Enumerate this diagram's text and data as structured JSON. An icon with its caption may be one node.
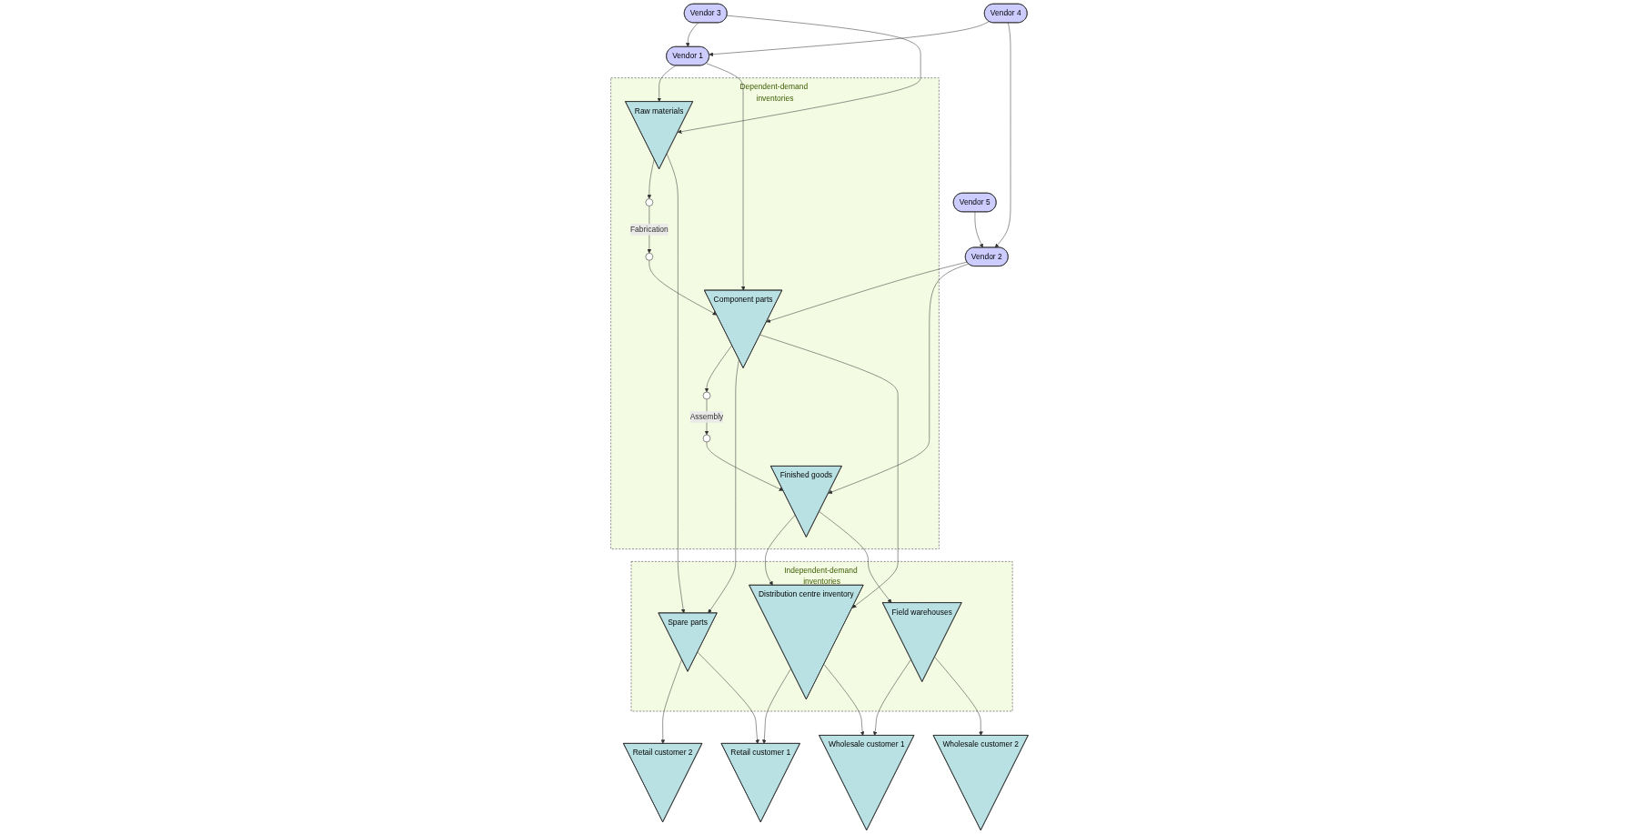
{
  "diagram": {
    "nodes": [
      {
        "text": [
          "Vendor 3"
        ]
      },
      {
        "text": [
          "Vendor 4"
        ]
      },
      {
        "text": [
          "Vendor 5"
        ]
      },
      {
        "text": [
          "Vendor 1"
        ]
      },
      {
        "text": [
          "Vendor 2"
        ]
      },
      {
        "text": [
          "Dependent-demand inventories"
        ]
      },
      {
        "text": [
          "Raw materials"
        ],
        "in": 5
      },
      {
        "text": [
          "Component parts"
        ],
        "in": 5
      },
      {
        "text": [
          "Finished goods"
        ],
        "in": 5
      },
      {
        "text": [],
        "shape": "circle",
        "in": 5
      },
      {
        "text": [],
        "shape": "circle",
        "in": 5
      },
      {
        "text": [],
        "shape": "circle",
        "in": 5
      },
      {
        "text": [],
        "shape": "circle",
        "in": 5
      },
      {
        "text": [
          "Independent-demand inventories"
        ]
      },
      {
        "text": [
          "Spare parts"
        ],
        "in": 13
      },
      {
        "text": [
          "Distribution centre inventory"
        ],
        "in": 13
      },
      {
        "text": [
          "Field warehouses"
        ],
        "in": 13
      },
      {
        "text": [
          "Retail customer 2"
        ]
      },
      {
        "text": [
          "Retail customer 1"
        ]
      },
      {
        "text": [
          "Wholesale customer 1"
        ]
      },
      {
        "text": [
          "Wholesale customer 2"
        ]
      }
    ],
    "edges": [
      {
        "from": 0,
        "to": 3,
        "arrow": "to"
      },
      {
        "from": 1,
        "to": 3,
        "arrow": "to"
      },
      {
        "from": 1,
        "to": 4,
        "arrow": "to"
      },
      {
        "from": 2,
        "to": 4,
        "arrow": "to"
      },
      {
        "from": 0,
        "to": 6,
        "arrow": "to"
      },
      {
        "from": 3,
        "to": 6,
        "arrow": "to"
      },
      {
        "from": 3,
        "to": 7,
        "arrow": "to"
      },
      {
        "from": 4,
        "to": 7,
        "arrow": "to"
      },
      {
        "from": 4,
        "to": 8,
        "arrow": "to"
      },
      {
        "from": 6,
        "to": 9,
        "arrow": "to"
      },
      {
        "from": 9,
        "to": 10,
        "arrow": "to",
        "label": "Fabrication"
      },
      {
        "from": 10,
        "to": 7,
        "arrow": "to"
      },
      {
        "from": 7,
        "to": 11,
        "arrow": "to"
      },
      {
        "from": 11,
        "to": 12,
        "arrow": "to",
        "label": "Assembly"
      },
      {
        "from": 12,
        "to": 8,
        "arrow": "to"
      },
      {
        "from": 6,
        "to": 14,
        "arrow": "to"
      },
      {
        "from": 7,
        "to": 14,
        "arrow": "to"
      },
      {
        "from": 7,
        "to": 15,
        "arrow": "to"
      },
      {
        "from": 8,
        "to": 15,
        "arrow": "to"
      },
      {
        "from": 8,
        "to": 16,
        "arrow": "to"
      },
      {
        "from": 14,
        "to": 17,
        "arrow": "to"
      },
      {
        "from": 14,
        "to": 18,
        "arrow": "to"
      },
      {
        "from": 15,
        "to": 18,
        "arrow": "to"
      },
      {
        "from": 15,
        "to": 19,
        "arrow": "to"
      },
      {
        "from": 16,
        "to": 19,
        "arrow": "to"
      },
      {
        "from": 16,
        "to": 20,
        "arrow": "to"
      }
    ]
  }
}
